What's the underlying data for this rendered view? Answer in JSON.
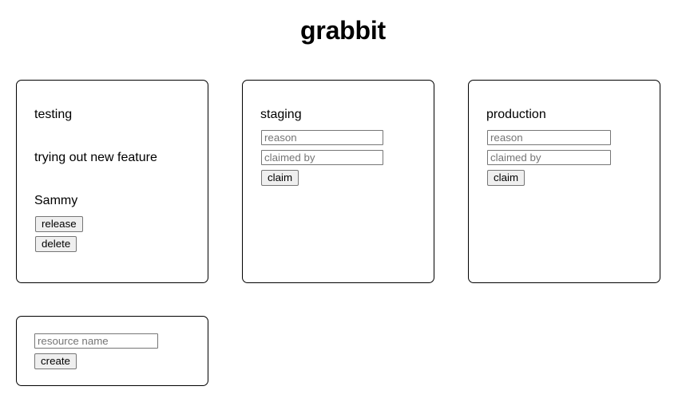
{
  "app": {
    "title": "grabbit"
  },
  "resources": [
    {
      "name": "testing",
      "claimed": true,
      "reason": "trying out new feature",
      "claimed_by": "Sammy",
      "release_label": "release",
      "delete_label": "delete"
    },
    {
      "name": "staging",
      "claimed": false,
      "reason_placeholder": "reason",
      "claimed_by_placeholder": "claimed by",
      "reason_value": "",
      "claimed_by_value": "",
      "claim_label": "claim"
    },
    {
      "name": "production",
      "claimed": false,
      "reason_placeholder": "reason",
      "claimed_by_placeholder": "claimed by",
      "reason_value": "",
      "claimed_by_value": "",
      "claim_label": "claim"
    }
  ],
  "create": {
    "resource_name_placeholder": "resource name",
    "resource_name_value": "",
    "create_label": "create"
  },
  "colors": {
    "page_background": "#ffffff",
    "text": "#000000",
    "card_border": "#000000",
    "input_border": "#767676",
    "placeholder_text": "#757575",
    "button_background": "#efefef",
    "button_border": "#767676"
  }
}
